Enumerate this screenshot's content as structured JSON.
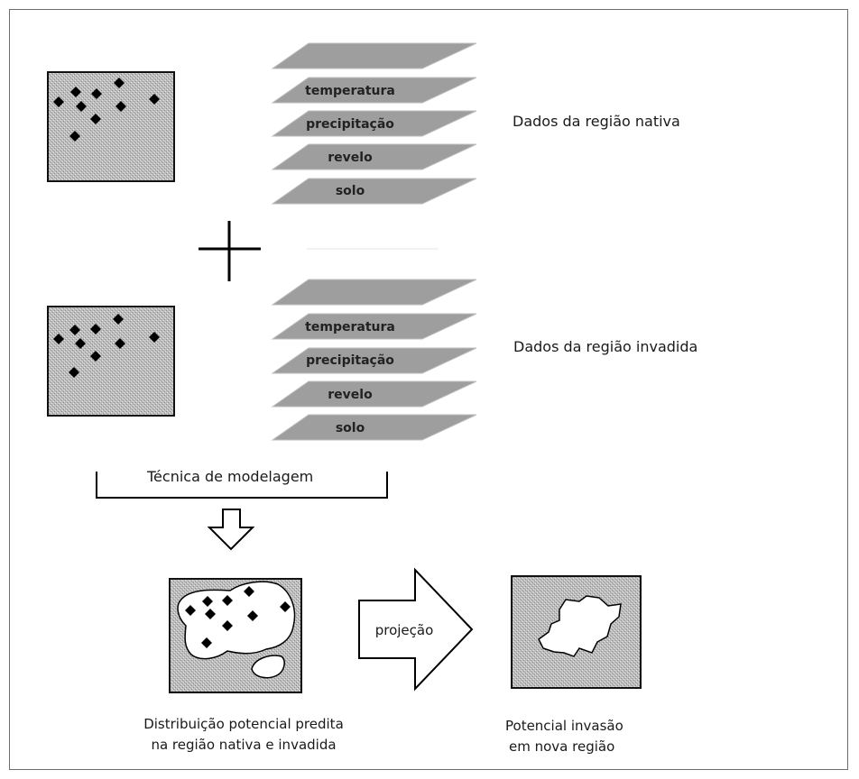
{
  "native": {
    "label": "Dados da região nativa",
    "layers": [
      "temperatura",
      "precipitação",
      "revelo",
      "solo"
    ]
  },
  "invaded": {
    "label": "Dados da região invadida",
    "layers": [
      "temperatura",
      "precipitação",
      "revelo",
      "solo"
    ]
  },
  "technique_label": "Técnica de modelagem",
  "arrow_label": "projeção",
  "result_left": {
    "line1": "Distribuição potencial predita",
    "line2": "na região nativa e invadida"
  },
  "result_right": {
    "line1": "Potencial invasão",
    "line2": "em nova região"
  }
}
